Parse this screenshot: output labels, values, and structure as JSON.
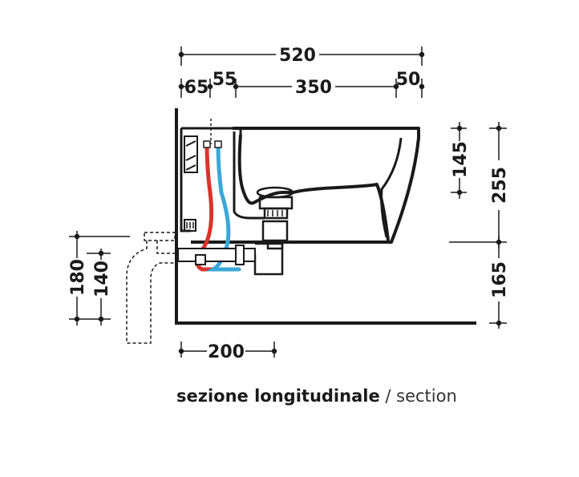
{
  "dimensions": {
    "total_width": "520",
    "seg_65": "65",
    "seg_55": "55",
    "seg_350": "350",
    "seg_50": "50",
    "bowl_depth": "145",
    "height_255": "255",
    "height_165": "165",
    "height_180": "180",
    "height_140": "140",
    "distance_200": "200"
  },
  "caption": {
    "title_bold": "sezione longitudinale",
    "separator": " / ",
    "title_light": "section"
  },
  "colors": {
    "line": "#1a1a1a",
    "hot_pipe": "#d9342b",
    "cold_pipe": "#3aa8d8"
  }
}
